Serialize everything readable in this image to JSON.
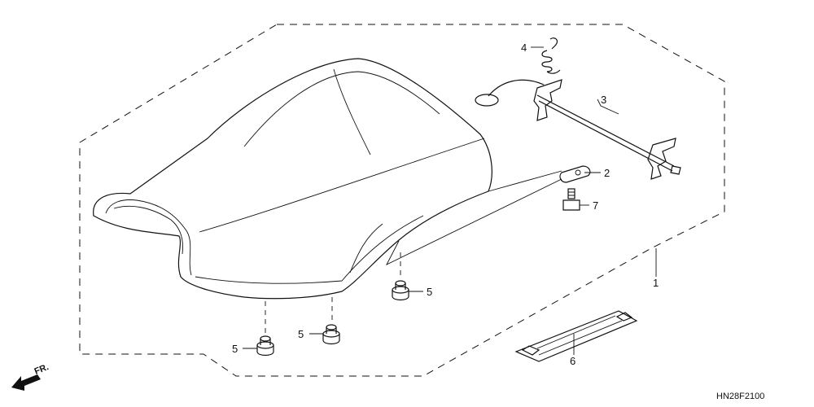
{
  "diagram_code": "HN28F2100",
  "direction_label": "FR.",
  "callouts": {
    "seat_assembly": "1",
    "plate": "2",
    "rod": "3",
    "spring": "4",
    "cushion_a": "5",
    "cushion_b": "5",
    "cushion_c": "5",
    "strap": "6",
    "bolt": "7"
  }
}
